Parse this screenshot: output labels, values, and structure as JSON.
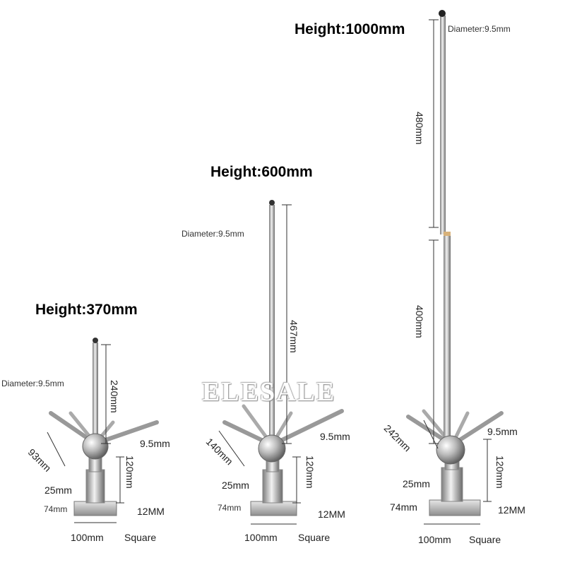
{
  "watermark": "ELESALE",
  "products": [
    {
      "title": "Height:370mm",
      "tip_diameter": "Diameter:9.5mm",
      "rod_length": "240mm",
      "spike_length": "93mm",
      "spike_diameter": "9.5mm",
      "base_height": "120mm",
      "collar_width": "25mm",
      "base_depth": "74mm",
      "plate_thickness": "12MM",
      "plate_width": "100mm",
      "plate_shape": "Square"
    },
    {
      "title": "Height:600mm",
      "tip_diameter": "Diameter:9.5mm",
      "rod_length": "467mm",
      "spike_length": "140mm",
      "spike_diameter": "9.5mm",
      "base_height": "120mm",
      "collar_width": "25mm",
      "base_depth": "74mm",
      "plate_thickness": "12MM",
      "plate_width": "100mm",
      "plate_shape": "Square"
    },
    {
      "title": "Height:1000mm",
      "tip_diameter": "Diameter:9.5mm",
      "rod_upper_length": "480mm",
      "rod_lower_length": "400mm",
      "spike_length": "242mm",
      "spike_diameter": "9.5mm",
      "base_height": "120mm",
      "collar_width": "25mm",
      "base_depth": "74mm",
      "plate_thickness": "12MM",
      "plate_width": "100mm",
      "plate_shape": "Square"
    }
  ]
}
